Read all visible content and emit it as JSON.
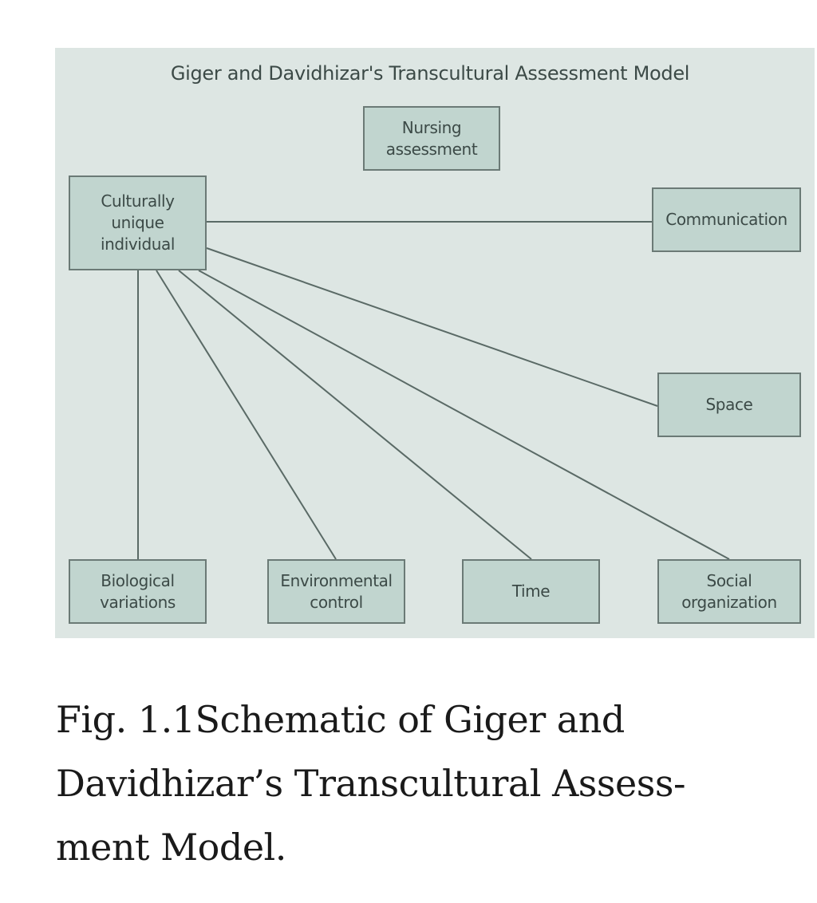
{
  "diagram": {
    "title": "Giger and Davidhizar's Transcultural Assessment Model",
    "nodes": {
      "nursing": "Nursing\nassessment",
      "individual": "Culturally\nunique\nindividual",
      "communication": "Communication",
      "space": "Space",
      "biological": "Biological\nvariations",
      "environmental": "Environmental\ncontrol",
      "time": "Time",
      "social": "Social\norganization"
    },
    "edges": [
      {
        "from": "individual",
        "to": "communication"
      },
      {
        "from": "individual",
        "to": "space"
      },
      {
        "from": "individual",
        "to": "biological"
      },
      {
        "from": "individual",
        "to": "environmental"
      },
      {
        "from": "individual",
        "to": "time"
      },
      {
        "from": "individual",
        "to": "social"
      }
    ],
    "colors": {
      "background": "#dde6e3",
      "box_fill": "#c1d5cf",
      "box_border": "#6b7a76",
      "line": "#5a6a66",
      "text": "#3c4a47"
    }
  },
  "caption": "Fig. 1.1Schematic of Giger and\nDavidhizar’s Transcultural Assess-\nment Model."
}
